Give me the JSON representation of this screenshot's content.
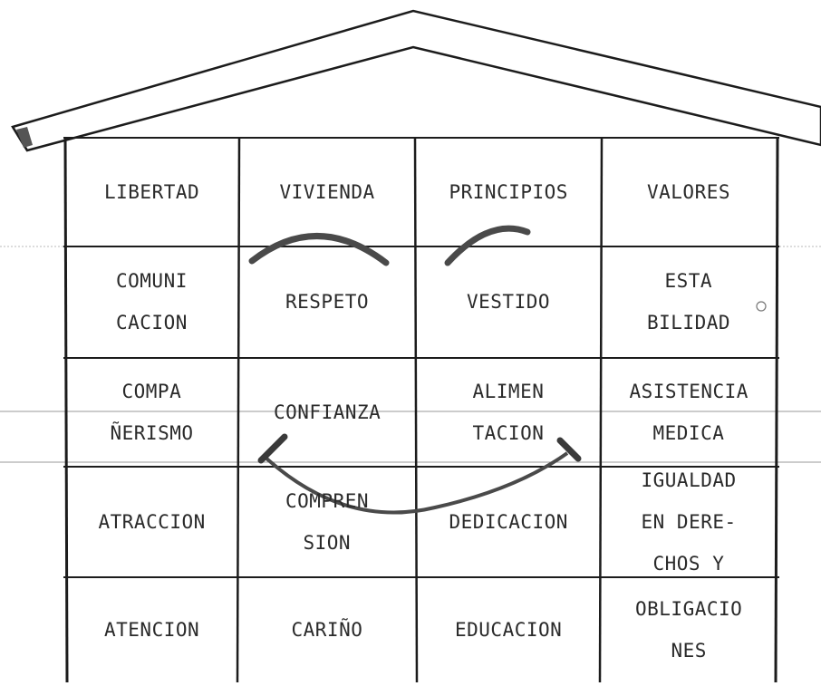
{
  "cells": [
    [
      "LIBERTAD",
      "VIVIENDA",
      "PRINCIPIOS",
      "VALORES"
    ],
    [
      [
        "COMUNI",
        "CACION"
      ],
      "RESPETO",
      "VESTIDO",
      [
        "ESTA",
        "BILIDAD"
      ]
    ],
    [
      [
        "COMPA",
        "ÑERISMO"
      ],
      "CONFIANZA",
      [
        "ALIMEN",
        "TACION"
      ],
      [
        "ASISTENCIA",
        "MEDICA"
      ]
    ],
    [
      "ATRACCION",
      [
        "COMPREN",
        "SION"
      ],
      "DEDICACION",
      [
        "IGUALDAD",
        "EN DERE-",
        "CHOS  Y"
      ]
    ],
    [
      "ATENCION",
      "CARIÑO",
      "EDUCACION",
      [
        "OBLIGACIO",
        "NES"
      ]
    ]
  ],
  "colors": {
    "ink": "#1c1c1c",
    "text": "#2a2a2a",
    "smile": "#4a4a4a"
  },
  "decorations": [
    "house-roof",
    "face-eyebrows",
    "face-smile"
  ]
}
